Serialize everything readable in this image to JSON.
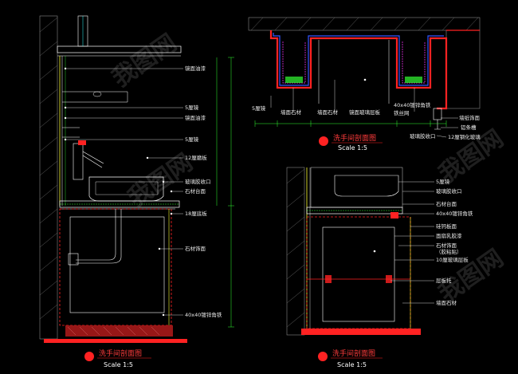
{
  "drawings": [
    {
      "title": "洗手间剖面图",
      "scale": "Scale 1:5",
      "labels": [
        "镜面油漆",
        "5厘镜",
        "镜面油漆",
        "5厘镜",
        "12厘磨板",
        "玻璃胶收口",
        "石材台面",
        "18厘底板",
        "石材饰面",
        "40x40镀锌角铁"
      ]
    },
    {
      "title": "洗手间剖面图",
      "scale": "Scale 1:5",
      "labels": [
        "5厘镜",
        "墙面石材",
        "墙面石材",
        "40x40镀锌角铁",
        "铁丝网",
        "镜面玻璃层板",
        "墙纸饰面",
        "铝条槽",
        "玻璃胶收口",
        "12厘钢化玻璃"
      ]
    },
    {
      "title": "洗手间剖面图",
      "scale": "Scale 1:5",
      "labels": [
        "5厘镜",
        "玻璃胶收口",
        "石材台面",
        "40x40镀锌角铁",
        "硅钙板面",
        "面扇乳胶漆",
        "石材饰面",
        "（胶粘贴）",
        "10厘玻璃层板",
        "层板托",
        "墙面石材"
      ]
    }
  ],
  "watermark": "我图网",
  "colors": {
    "line": "#ffffff",
    "yellow": "#ffff33",
    "red": "#ff2222",
    "cyan": "#33ffff",
    "green": "#33ff33",
    "magenta": "#ff33ff"
  }
}
